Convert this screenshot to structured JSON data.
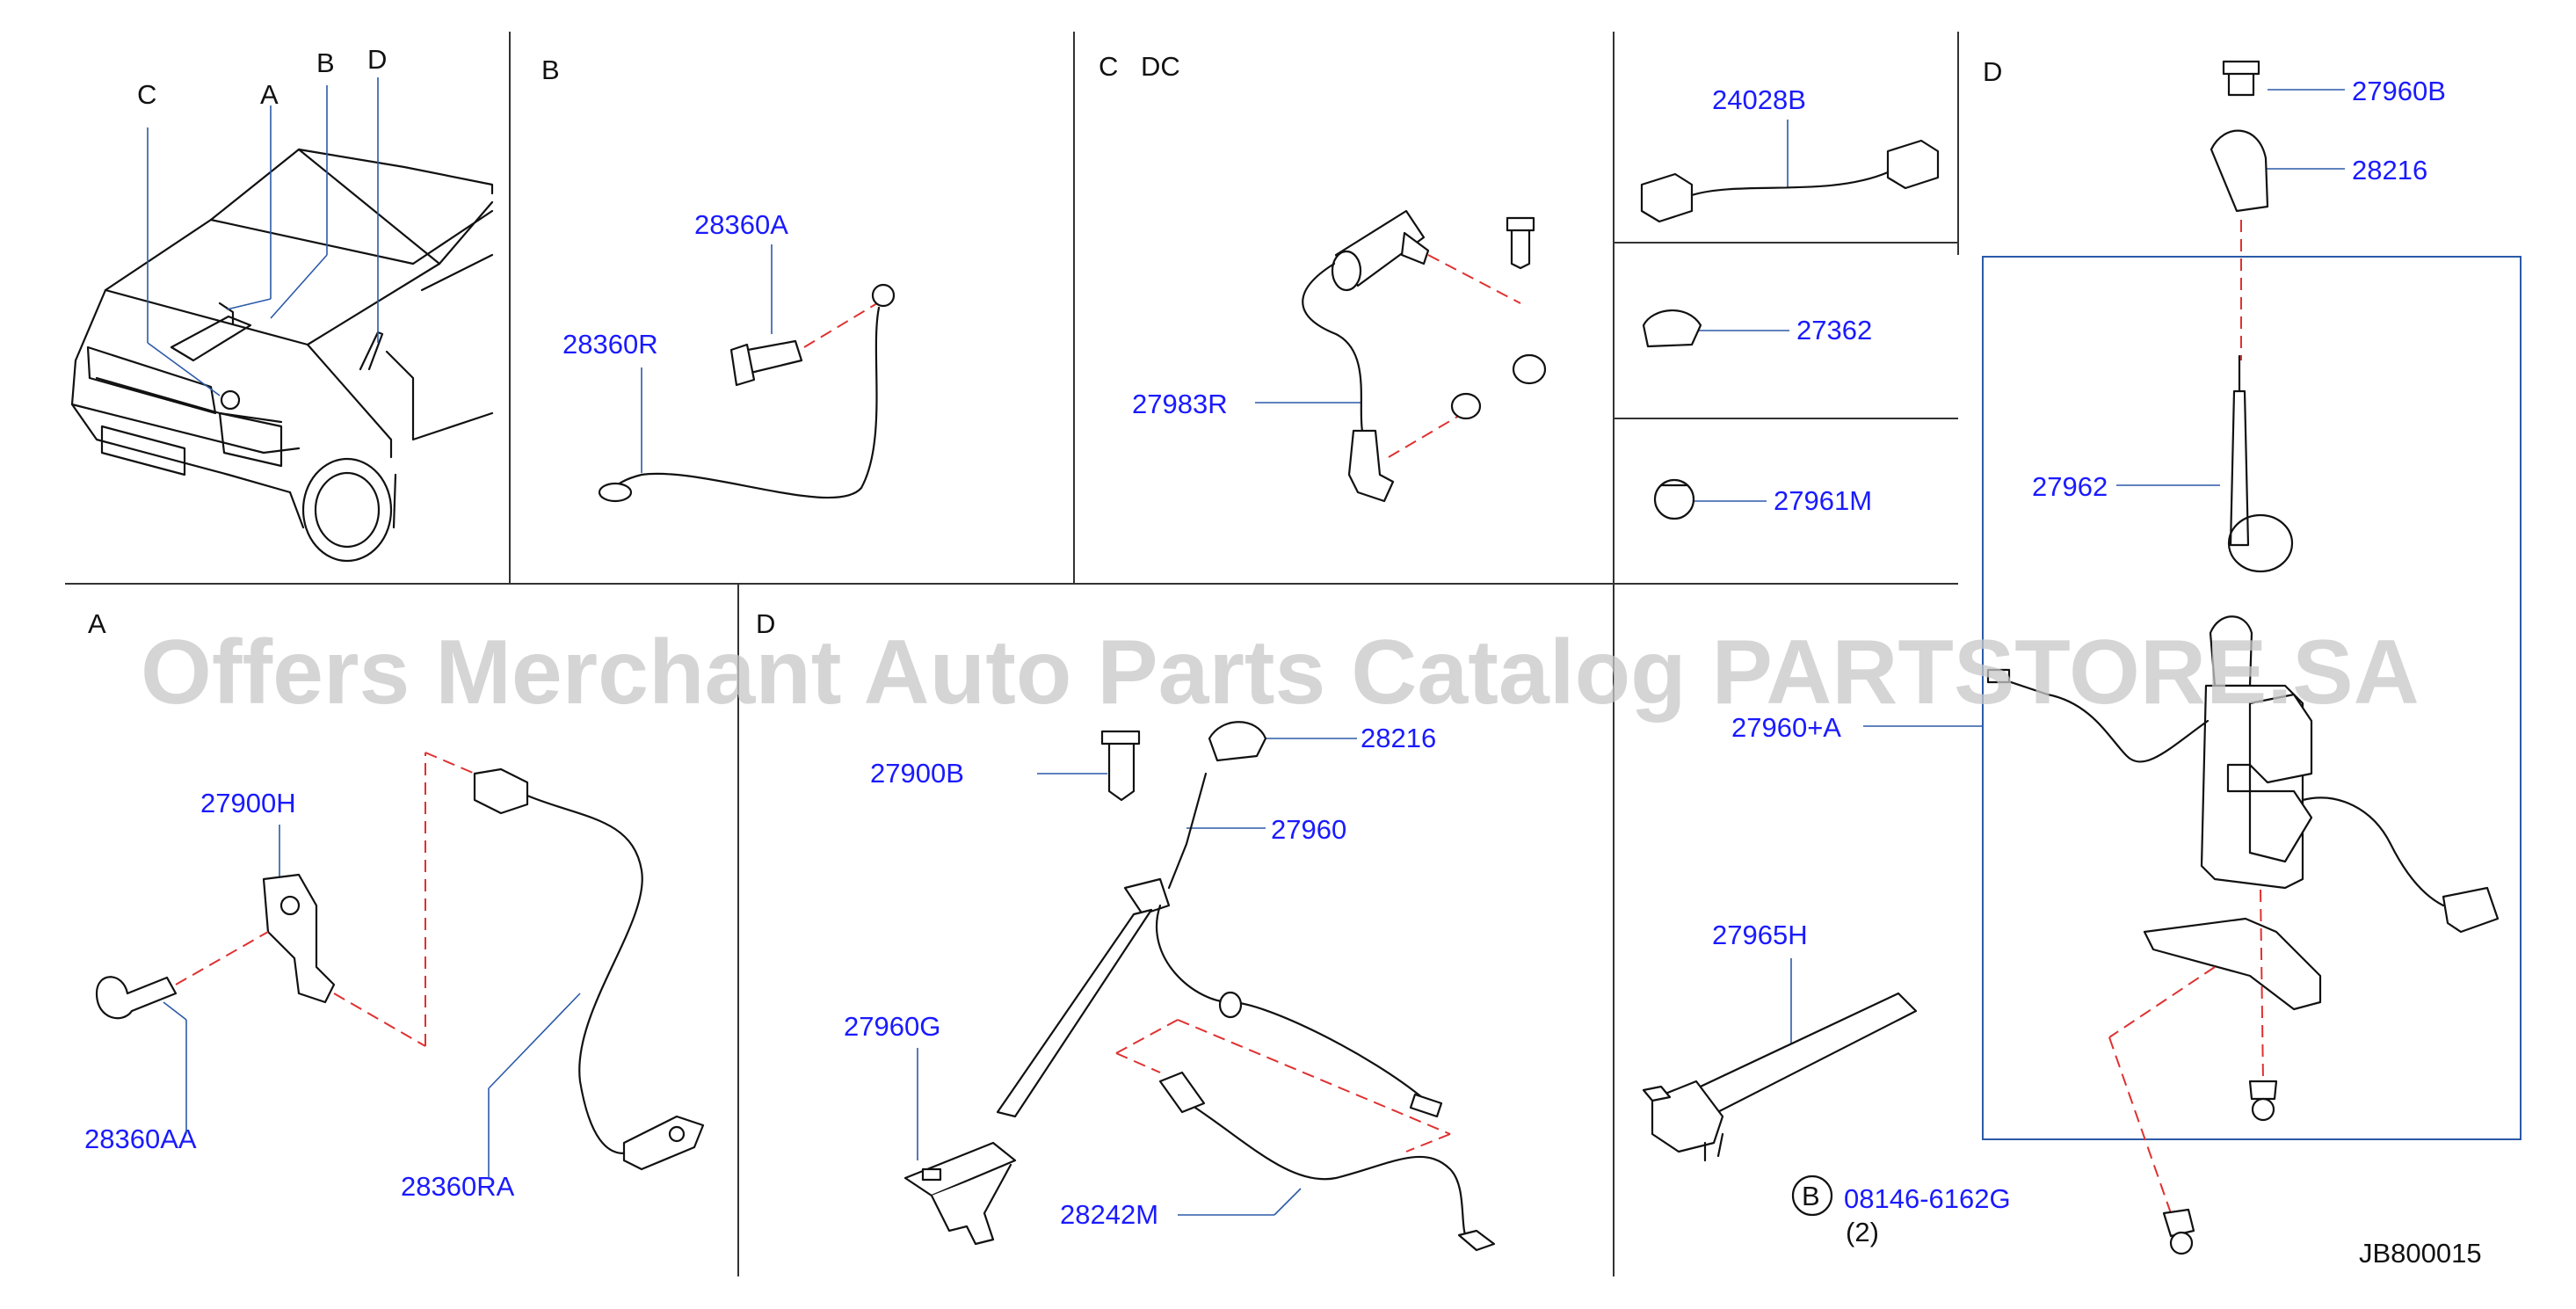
{
  "diagram": {
    "watermark": "Offers Merchant Auto Parts Catalog PARTSTORE.SA",
    "diagram_code": "JB800015",
    "sections": {
      "overview": {
        "labels": [
          "C",
          "A",
          "B",
          "D"
        ]
      },
      "b": "B",
      "c": "C",
      "dc": "DC",
      "d_top": "D",
      "a": "A",
      "d_bottom": "D"
    },
    "parts": {
      "p28360A": "28360A",
      "p28360R": "28360R",
      "p27983R": "27983R",
      "p24028B": "24028B",
      "p27362": "27362",
      "p27961M": "27961M",
      "p27960B": "27960B",
      "p28216_top": "28216",
      "p27962": "27962",
      "p27960A": "27960+A",
      "p27965H": "27965H",
      "p08146": "08146-6162G",
      "p08146_qty": "(2)",
      "b_circle": "B",
      "p27900H": "27900H",
      "p28360AA": "28360AA",
      "p28360RA": "28360RA",
      "p27900B": "27900B",
      "p28216_mid": "28216",
      "p27960": "27960",
      "p27960G": "27960G",
      "p28242M": "28242M"
    }
  }
}
